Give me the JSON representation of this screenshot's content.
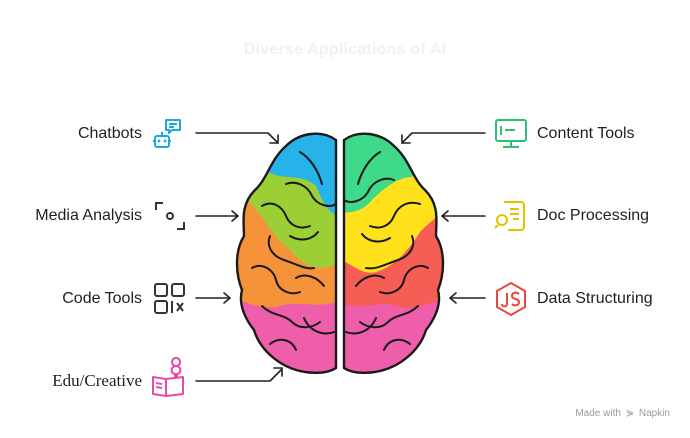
{
  "title": "Diverse Applications of AI",
  "left_items": [
    {
      "label": "Chatbots",
      "icon": "robot-chat-icon",
      "color": "#1ba9e0"
    },
    {
      "label": "Media Analysis",
      "icon": "scan-frame-icon",
      "color": "#333333"
    },
    {
      "label": "Code Tools",
      "icon": "qr-grid-icon",
      "color": "#333333"
    },
    {
      "label": "Edu/Creative",
      "icon": "book-bulb-icon",
      "color": "#e84aa8"
    }
  ],
  "right_items": [
    {
      "label": "Content Tools",
      "icon": "monitor-icon",
      "color": "#2fbf71"
    },
    {
      "label": "Doc Processing",
      "icon": "document-search-icon",
      "color": "#e3c300"
    },
    {
      "label": "Data Structuring",
      "icon": "js-hexagon-icon",
      "color": "#e8483a"
    }
  ],
  "brain_colors": {
    "left": [
      "#27b3ea",
      "#9bcf35",
      "#f5923a",
      "#ef5eab"
    ],
    "right": [
      "#3fd98a",
      "#ffe21b",
      "#f65d55",
      "#ef5eab"
    ]
  },
  "footer": {
    "made_with": "Made with",
    "brand": "Napkin"
  }
}
